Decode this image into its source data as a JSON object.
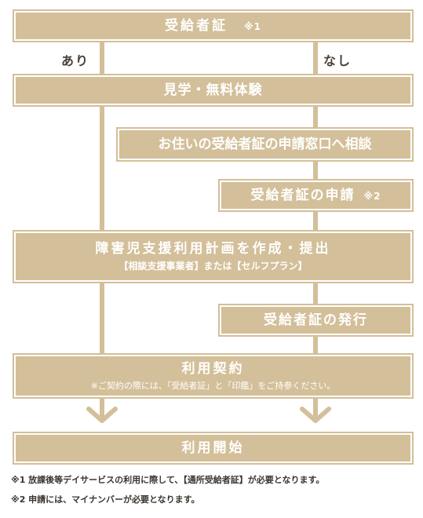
{
  "flow": {
    "top": {
      "title": "受給者証",
      "mark": "※1"
    },
    "branch_yes": "あり",
    "branch_no": "なし",
    "trial": "見学・無料体験",
    "consult": "お住いの受給者証の申請窓口へ相談",
    "apply": {
      "title": "受給者証の申請",
      "mark": "※2"
    },
    "plan": {
      "title": "障害児支援利用計画を作成・提出",
      "sub": "【相談支援事業者】または【セルフプラン】"
    },
    "issue": "受給者証の発行",
    "contract": {
      "title": "利用契約",
      "note": "※ご契約の際には、「受給者証」と「印鑑」をご持参ください。"
    },
    "start": "利用開始"
  },
  "footnotes": [
    "※1 放課後等デイサービスの利用に際して、【通所受給者証】が必要となります。",
    "※2 申請には、マイナンバーが必要となります。"
  ],
  "colors": {
    "accent": "#d3bf99",
    "text_dark": "#3a3530"
  }
}
